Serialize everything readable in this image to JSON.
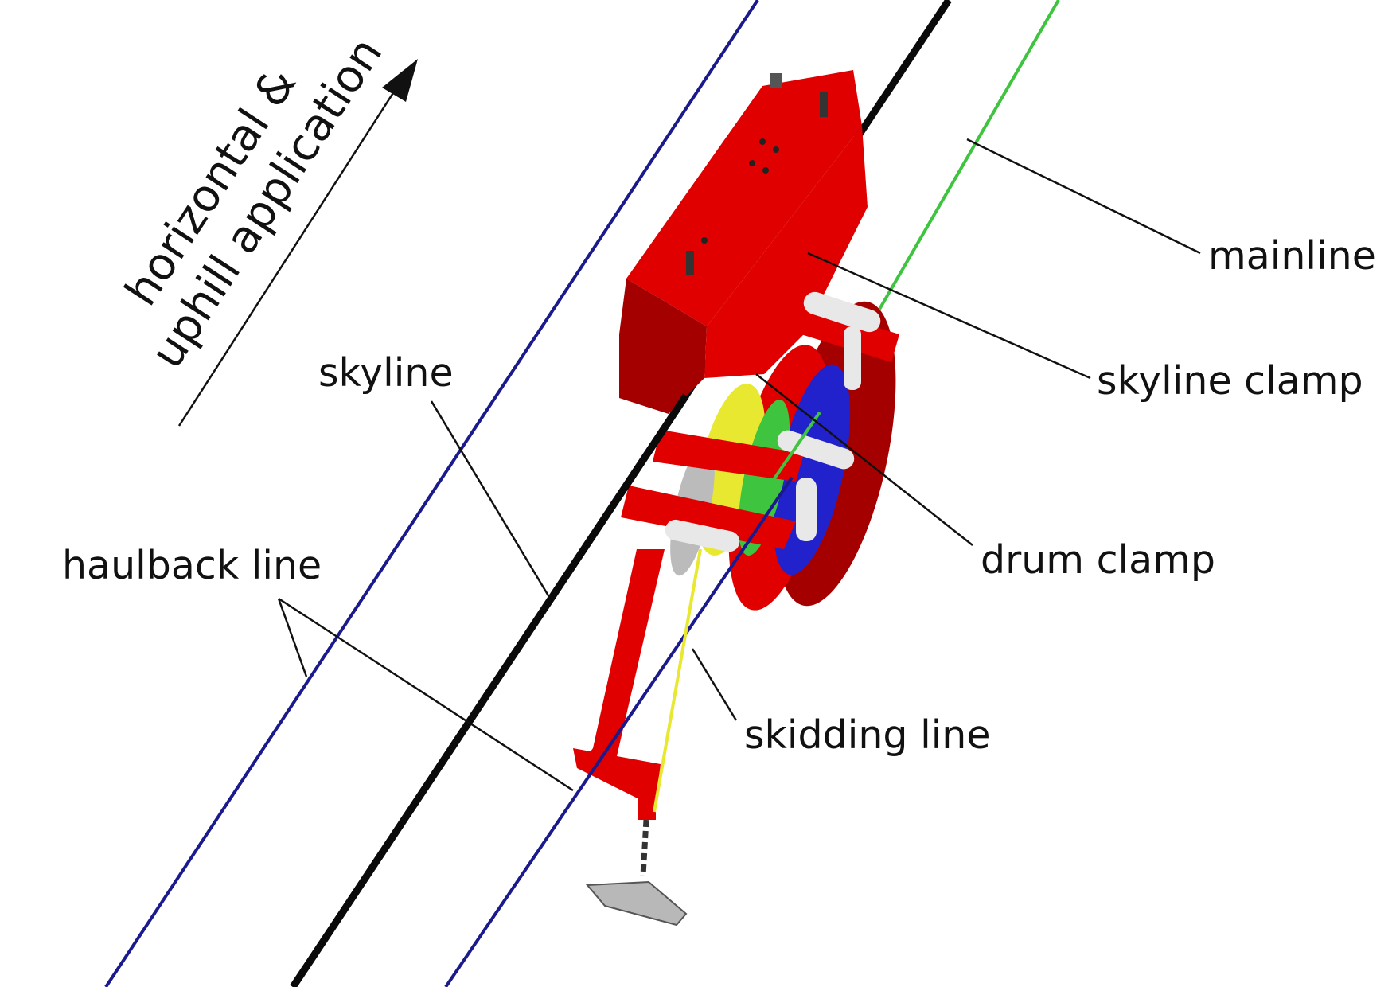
{
  "direction_label": {
    "line1": "horizontal &",
    "line2": "uphill application"
  },
  "labels": {
    "mainline": "mainline",
    "skyline_clamp": "skyline clamp",
    "skyline": "skyline",
    "drum_clamp": "drum clamp",
    "haulback_line": "haulback line",
    "skidding_line": "skidding line"
  },
  "colors": {
    "haulback_line": "#1a1a8c",
    "skyline": "#0a0a0a",
    "mainline": "#3ec43e",
    "skidding_line": "#e8e830",
    "carriage_body": "#e00000",
    "carriage_shadow": "#a50000",
    "roller": "#e8e8e8"
  }
}
